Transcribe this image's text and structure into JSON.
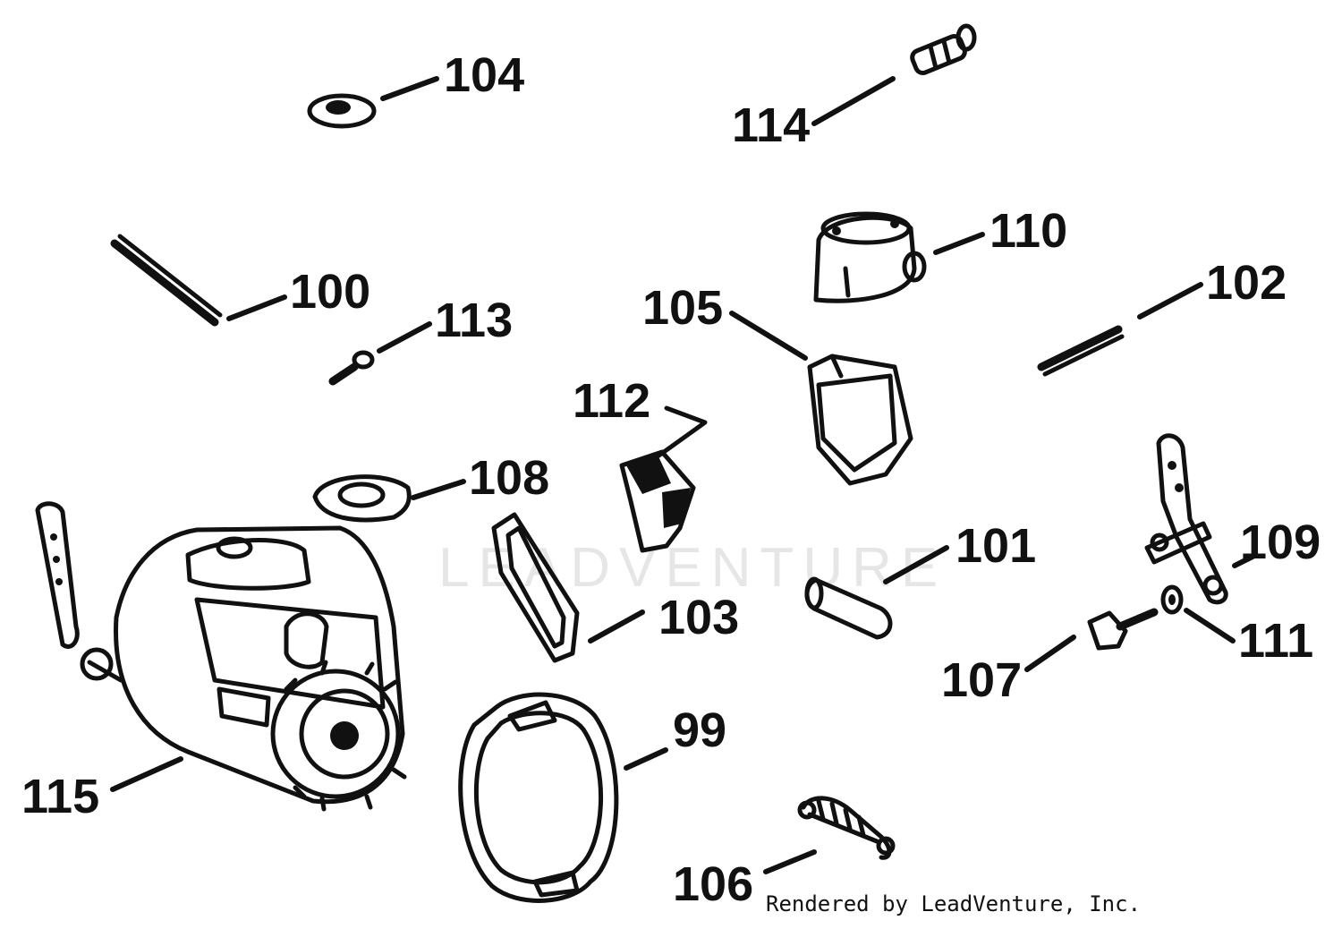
{
  "callouts": {
    "c99": "99",
    "c100": "100",
    "c101": "101",
    "c102": "102",
    "c103": "103",
    "c104": "104",
    "c105": "105",
    "c106": "106",
    "c107": "107",
    "c108": "108",
    "c109": "109",
    "c110": "110",
    "c111": "111",
    "c112": "112",
    "c113": "113",
    "c114": "114",
    "c115": "115"
  },
  "watermark": "LEADVENTURE",
  "credit": "Rendered by LeadVenture, Inc."
}
